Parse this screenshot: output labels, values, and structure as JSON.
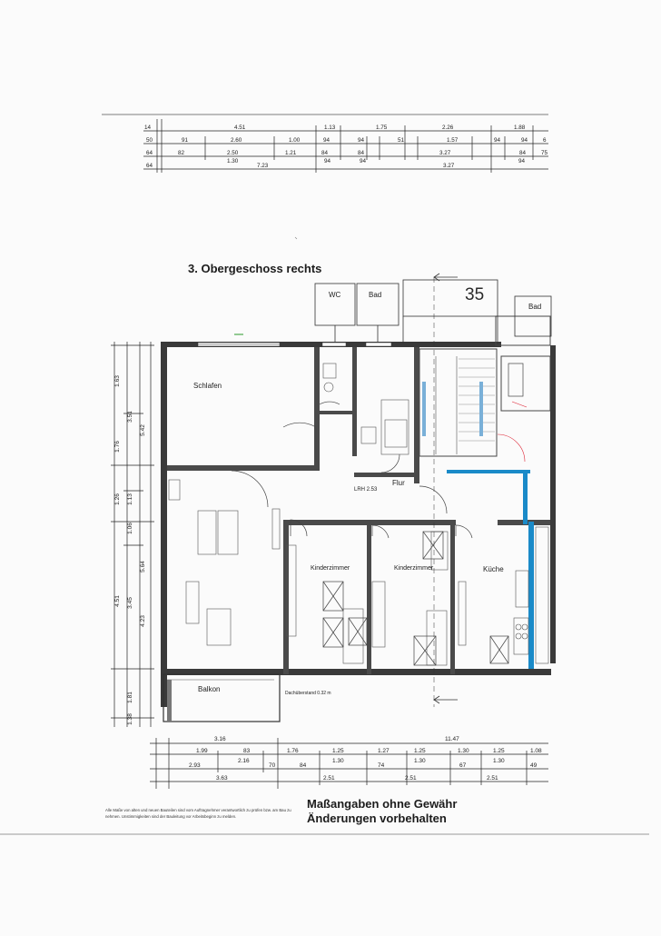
{
  "plan": {
    "title": "3. Obergeschoss rechts",
    "house_number": "35",
    "disclaimer_line1": "Maßangaben ohne Gewähr",
    "disclaimer_line2": "Änderungen vorbehalten",
    "note": "Alle Maße von alten und neuen Bauteilen sind vom Auftragnehmer verantwortlich zu prüfen bzw. am Bau zu nehmen. Unstimmigkeiten sind der Bauleitung vor Arbeitsbeginn zu melden.",
    "lrh_label": "LRH 2.53",
    "dachueberstand": "Dachüberstand 0.32 m",
    "top_dimension_row1": [
      "2.60",
      "1.00",
      "94",
      "94",
      "51",
      "1.57",
      "94",
      "6"
    ],
    "top_dimension_row0": [
      "4.51",
      "1.13",
      "1.75",
      "2.26",
      "1.88"
    ],
    "top_dimension_row2": [
      "82",
      "2.50",
      "1.21",
      "84",
      "84",
      "3.27",
      "84",
      "75"
    ],
    "top_dimension_row3": [
      "1.30",
      "7.23",
      "94",
      "94",
      "3.27",
      "94"
    ],
    "bottom_dimension_row1": [
      "3.16",
      "11.47"
    ],
    "bottom_dimension_row2": [
      "1.99",
      "83",
      "1.76",
      "1.25",
      "1.27",
      "1.25",
      "1.30",
      "1.25",
      "1.08"
    ],
    "bottom_dimension_row3": [
      "2.93",
      "2.16",
      "70",
      "84",
      "1.30",
      "74",
      "1.30",
      "67",
      "1.30",
      "49"
    ],
    "bottom_dimension_row4": [
      "3.63",
      "2.51",
      "2.51",
      "2.51"
    ],
    "left_dimensions": [
      "1.63",
      "5.42",
      "3.51",
      "1.76",
      "1.26",
      "1.13",
      "1.06",
      "5.64",
      "4.51",
      "3.45",
      "4.23",
      "1.81",
      "1.38"
    ],
    "rooms": [
      {
        "id": "schlafen",
        "name": "Schlafen"
      },
      {
        "id": "wc",
        "name": "WC"
      },
      {
        "id": "bad",
        "name": "Bad"
      },
      {
        "id": "bad2",
        "name": "Bad"
      },
      {
        "id": "flur",
        "name": "Flur"
      },
      {
        "id": "kinder1",
        "name": "Kinderzimmer"
      },
      {
        "id": "kinder2",
        "name": "Kinderzimmer"
      },
      {
        "id": "kueche",
        "name": "Küche"
      },
      {
        "id": "balkon",
        "name": "Balkon"
      }
    ]
  }
}
